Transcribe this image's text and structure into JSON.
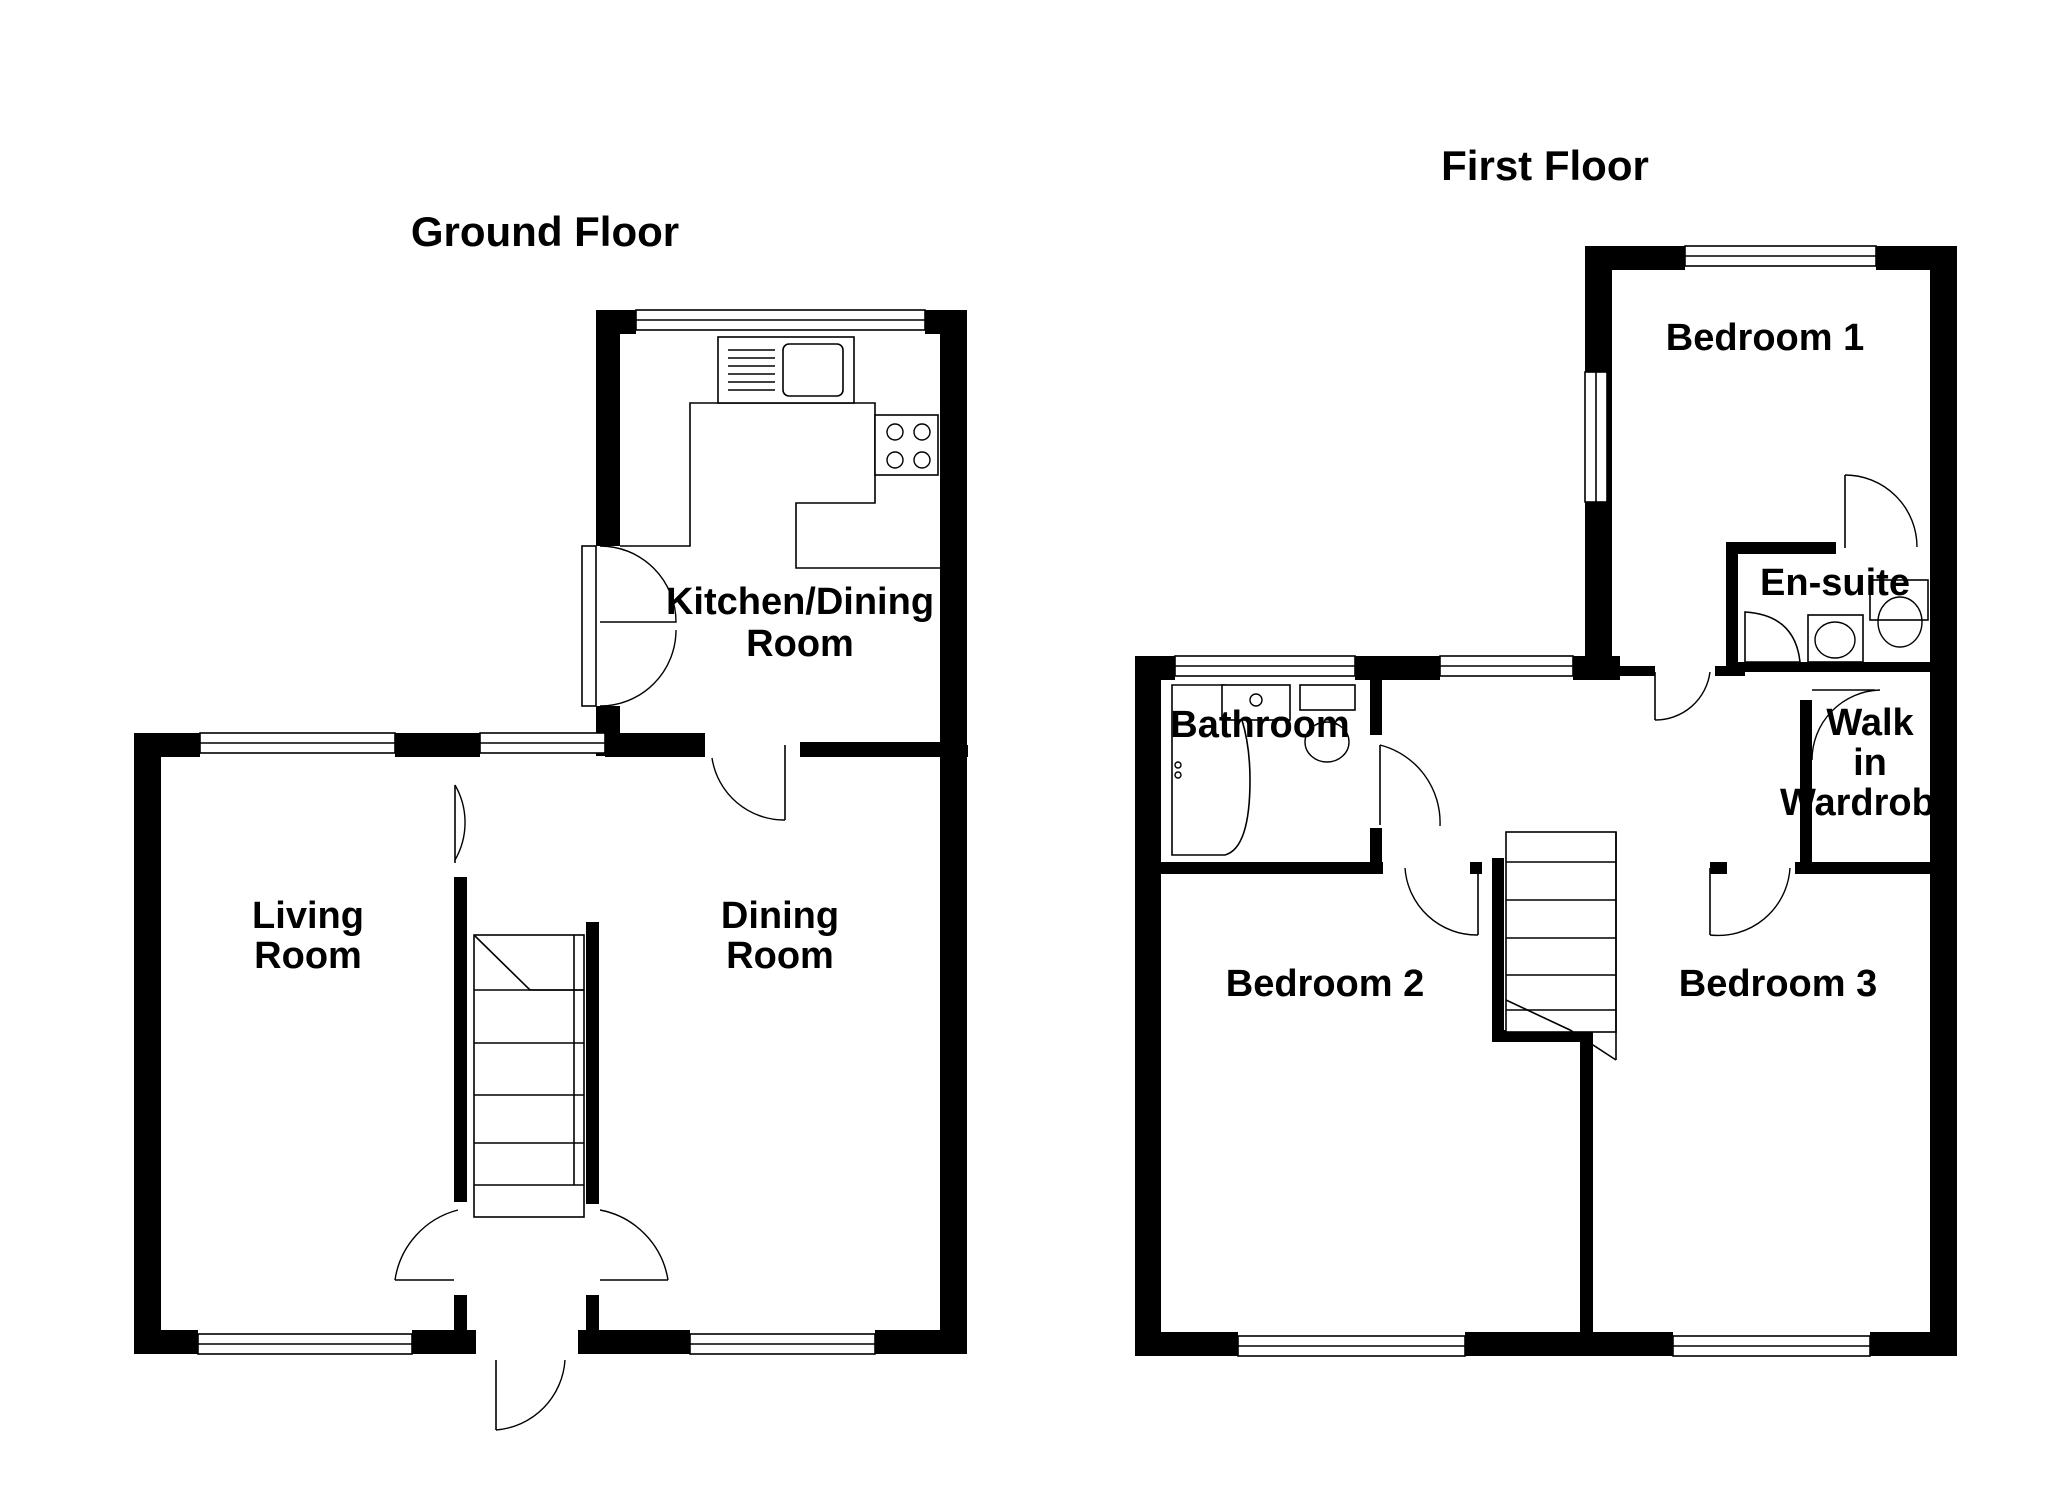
{
  "ground_floor": {
    "title": "Ground Floor",
    "rooms": {
      "kitchen": [
        "Kitchen/Dining",
        "Room"
      ],
      "living": [
        "Living",
        "Room"
      ],
      "dining": [
        "Dining",
        "Room"
      ]
    }
  },
  "first_floor": {
    "title": "First Floor",
    "rooms": {
      "bedroom1": "Bedroom 1",
      "ensuite": "En-suite",
      "bathroom": "Bathroom",
      "walkin": [
        "Walk",
        "in",
        "Wardrobe"
      ],
      "bedroom2": "Bedroom 2",
      "bedroom3": "Bedroom 3"
    }
  },
  "colors": {
    "wall": "#000000",
    "background": "#ffffff"
  }
}
